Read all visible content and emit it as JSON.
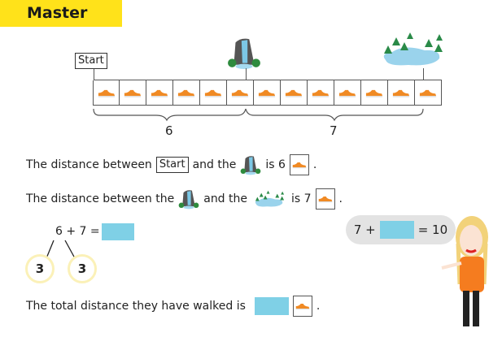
{
  "header": {
    "title": "Master",
    "accent": "#ffe21a"
  },
  "diagram": {
    "start_label": "Start",
    "steps_total": 13,
    "brace_left": "6",
    "brace_right": "7",
    "icons": [
      "waterfall-icon",
      "lake-with-trees-icon",
      "shoe-icon"
    ]
  },
  "sentences": {
    "s1": {
      "a": "The distance between",
      "start": "Start",
      "b": "and the",
      "c": "is 6",
      "end": "."
    },
    "s2": {
      "a": "The distance between the",
      "b": "and the",
      "c": "is 7",
      "end": "."
    },
    "s3": {
      "a": "The total distance they have walked is",
      "end": "."
    }
  },
  "equation": {
    "text": "6 + 7 =",
    "split_left": "3",
    "split_right": "3"
  },
  "bubble": {
    "left": "7 +",
    "right": "= 10"
  },
  "colors": {
    "answer_box": "#7fd0e6",
    "shoe": "#f08a24"
  }
}
